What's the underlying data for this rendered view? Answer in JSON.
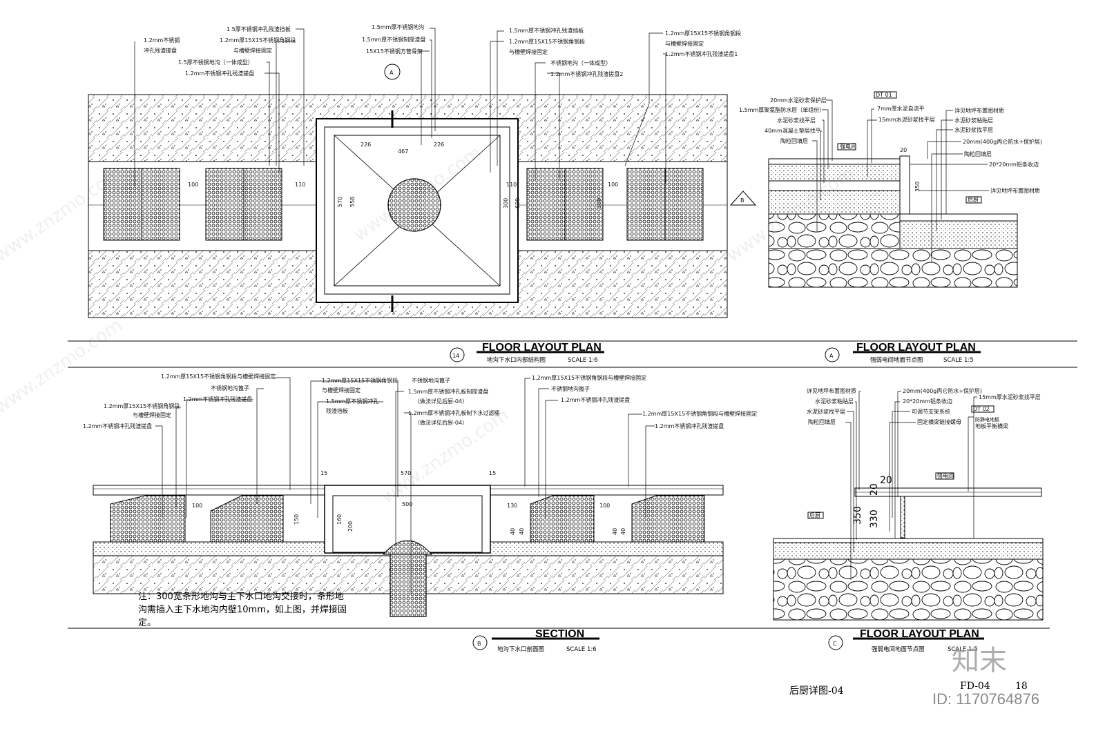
{
  "drawings": {
    "d14": {
      "number": "14",
      "title": "FLOOR LAYOUT PLAN",
      "subtitle": "地沟下水口内部结构图",
      "scale": "SCALE 1:6"
    },
    "dA": {
      "number": "A",
      "title": "FLOOR LAYOUT PLAN",
      "subtitle": "强弱电间地面节点图",
      "scale": "SCALE 1:5"
    },
    "dB": {
      "number": "B",
      "title": "SECTION",
      "subtitle": "地沟下水口剖面图",
      "scale": "SCALE 1:6"
    },
    "dC": {
      "number": "C",
      "title": "FLOOR LAYOUT PLAN",
      "subtitle": "强弱电间地面节点图",
      "scale": "SCALE 1:5"
    }
  },
  "callouts_plan14": [
    "1.5厚不锈钢冲孔残渣挡板",
    "1.2mm厚15X15不锈钢角钢段",
    "与槽壁焊接固定",
    "1.2mm不锈钢",
    "冲孔残渣搓盘",
    "1.5厚不锈钢地沟（一体成型）",
    "1.2mm不锈钢冲孔残渣搓盘",
    "1.5mm厚不锈钢地沟",
    "1.5mm厚不锈钢制提渣盘",
    "15X15不锈钢方管骨架",
    "1.5mm厚不锈钢冲孔残渣挡板",
    "1.2mm厚15X15不锈钢角钢段",
    "与槽壁焊接固定",
    "不锈钢地沟（一体成型）",
    "1.2mm不锈钢冲孔残渣搓盘2",
    "1.2mm厚15X15不锈钢角钢段",
    "与槽壁焊接固定",
    "1.2mm不锈钢冲孔残渣搓盘1"
  ],
  "dims_plan14": [
    "226",
    "467",
    "226",
    "100",
    "110",
    "570",
    "558",
    "110",
    "300",
    "600",
    "300",
    "100"
  ],
  "callouts_A": [
    "20mm水泥砂浆保护层",
    "1.5mm厚聚氨酯防水层（单组份）",
    "水泥砂浆找平层",
    "40mm混凝土垫层找平",
    "陶粒回填层",
    "7mm厚水泥自流平",
    "15mm水泥砂浆找平层",
    "详见地坪布置图材质",
    "水泥砂浆粘贴层",
    "水泥砂浆找平层",
    "20mm(400g丙仑防水+保护层)",
    "陶粒回填层",
    "20*20mm铝条收边",
    "详见地坪布置图材质"
  ],
  "tags_A": {
    "room1": "强电间",
    "room2": "后厨",
    "dim1": "20",
    "dim2": "350",
    "dt": "DT 01"
  },
  "callouts_B": [
    "1.2mm厚15X15不锈钢角钢段与槽壁焊接固定",
    "不锈钢地沟篦子",
    "1.2mm不锈钢冲孔残渣搓盘",
    "1.2mm厚15X15不锈钢角钢段",
    "与槽壁焊接固定",
    "1.2mm不锈钢冲孔残渣搓盘",
    "1.2mm厚15X15不锈钢角钢段",
    "与槽壁焊接固定",
    "1.5mm厚不锈钢冲孔",
    "残渣挡板",
    "不锈钢地沟篦子",
    "1.5mm厚不锈钢冲孔板制提渣盘",
    "（做法详见后厨-04）",
    "1.2mm厚不锈钢冲孔板制下水过滤桶",
    "（做法详见后厨-04）",
    "1.2mm厚15X15不锈钢角钢段与槽壁焊接固定",
    "不锈钢地沟篦子",
    "1.2mm不锈钢冲孔残渣搓盘",
    "1.2mm厚15X15不锈钢角钢段与槽壁焊接固定",
    "1.2mm不锈钢冲孔残渣搓盘"
  ],
  "dims_B": [
    "570",
    "500",
    "100",
    "150",
    "160",
    "200",
    "15",
    "15",
    "130",
    "40",
    "40",
    "40",
    "40",
    "100"
  ],
  "note_B": [
    "注：300宽条形地沟与主下水口地沟交接时，条形地",
    "沟需插入主下水地沟内壁10mm，如上图，并焊接固",
    "定。"
  ],
  "callouts_C": [
    "详见地坪布置图材质",
    "水泥砂浆粘贴层",
    "水泥砂浆找平层",
    "陶粒回填层",
    "20mm(400g丙仑防水+保护层)",
    "20*20mm铝条收边",
    "可调节支架系统",
    "固定横梁链接螺母",
    "15mm厚水泥砂浆找平层",
    "防静电地板",
    "地板平衡横梁"
  ],
  "tags_C": {
    "room1": "强电间",
    "room2": "后厨",
    "dim1": "20",
    "dim2": "350",
    "dim3": "330",
    "dim4": "20",
    "dt": "DT 02"
  },
  "footer": {
    "sheet_name": "后厨详图-04",
    "sheet_code": "FD-04",
    "page": "18"
  },
  "watermark": {
    "logo": "知末",
    "id": "ID: 1170764876",
    "site": "www.znzmo.com"
  }
}
